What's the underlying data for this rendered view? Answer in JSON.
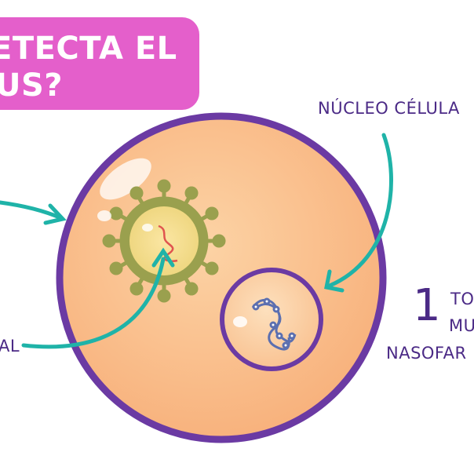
{
  "header": {
    "title_line1": "ETECTA EL",
    "title_line2": "US?"
  },
  "labels": {
    "nucleus_label": "NÚCLEO CÉLULA",
    "viral_label_fragment": "AL",
    "step_number": "1",
    "step_text_line1": "TO",
    "step_text_line2": "MU",
    "step_text_line3": "NASOFAR"
  },
  "colors": {
    "banner": "#e45fcb",
    "cell_fill": "#fbc28e",
    "cell_border": "#6b3aa3",
    "arrow": "#1fb3a8",
    "text": "#4b2a86",
    "virus": "#9aa04e"
  },
  "icons": [
    "virus-icon",
    "dna-strand-icon",
    "rna-strand-icon"
  ]
}
